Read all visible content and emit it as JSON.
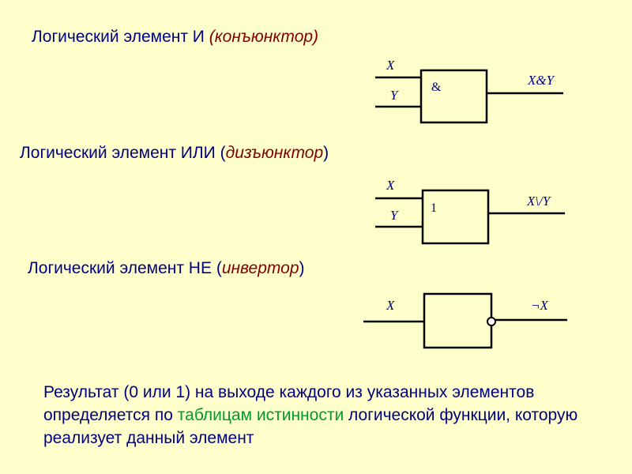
{
  "colors": {
    "background": "#ffffcc",
    "text": "#000080",
    "term": "#800000",
    "highlight": "#009933",
    "lines": "#000000"
  },
  "sections": {
    "and_gate": {
      "title_prefix": "Логический элемент И ",
      "title_term": "(конъюнктор)",
      "input_x": "X",
      "input_y": "Y",
      "symbol": "&",
      "output": "X&Y"
    },
    "or_gate": {
      "title_prefix": "Логический элемент ИЛИ (",
      "title_term": "дизъюнктор",
      "title_suffix": ")",
      "input_x": "X",
      "input_y": "Y",
      "symbol": "1",
      "output": "X\\/Y"
    },
    "not_gate": {
      "title_prefix": "Логический элемент НЕ (",
      "title_term": "инвертор",
      "title_suffix": ")",
      "input": "X",
      "output": "¬X"
    }
  },
  "note": {
    "text_before": "Результат (0 или 1) на выходе каждого из указанных элементов определяется по ",
    "link_text": "таблицам истинности",
    "text_after": " логической функции, которую реализует данный элемент"
  }
}
